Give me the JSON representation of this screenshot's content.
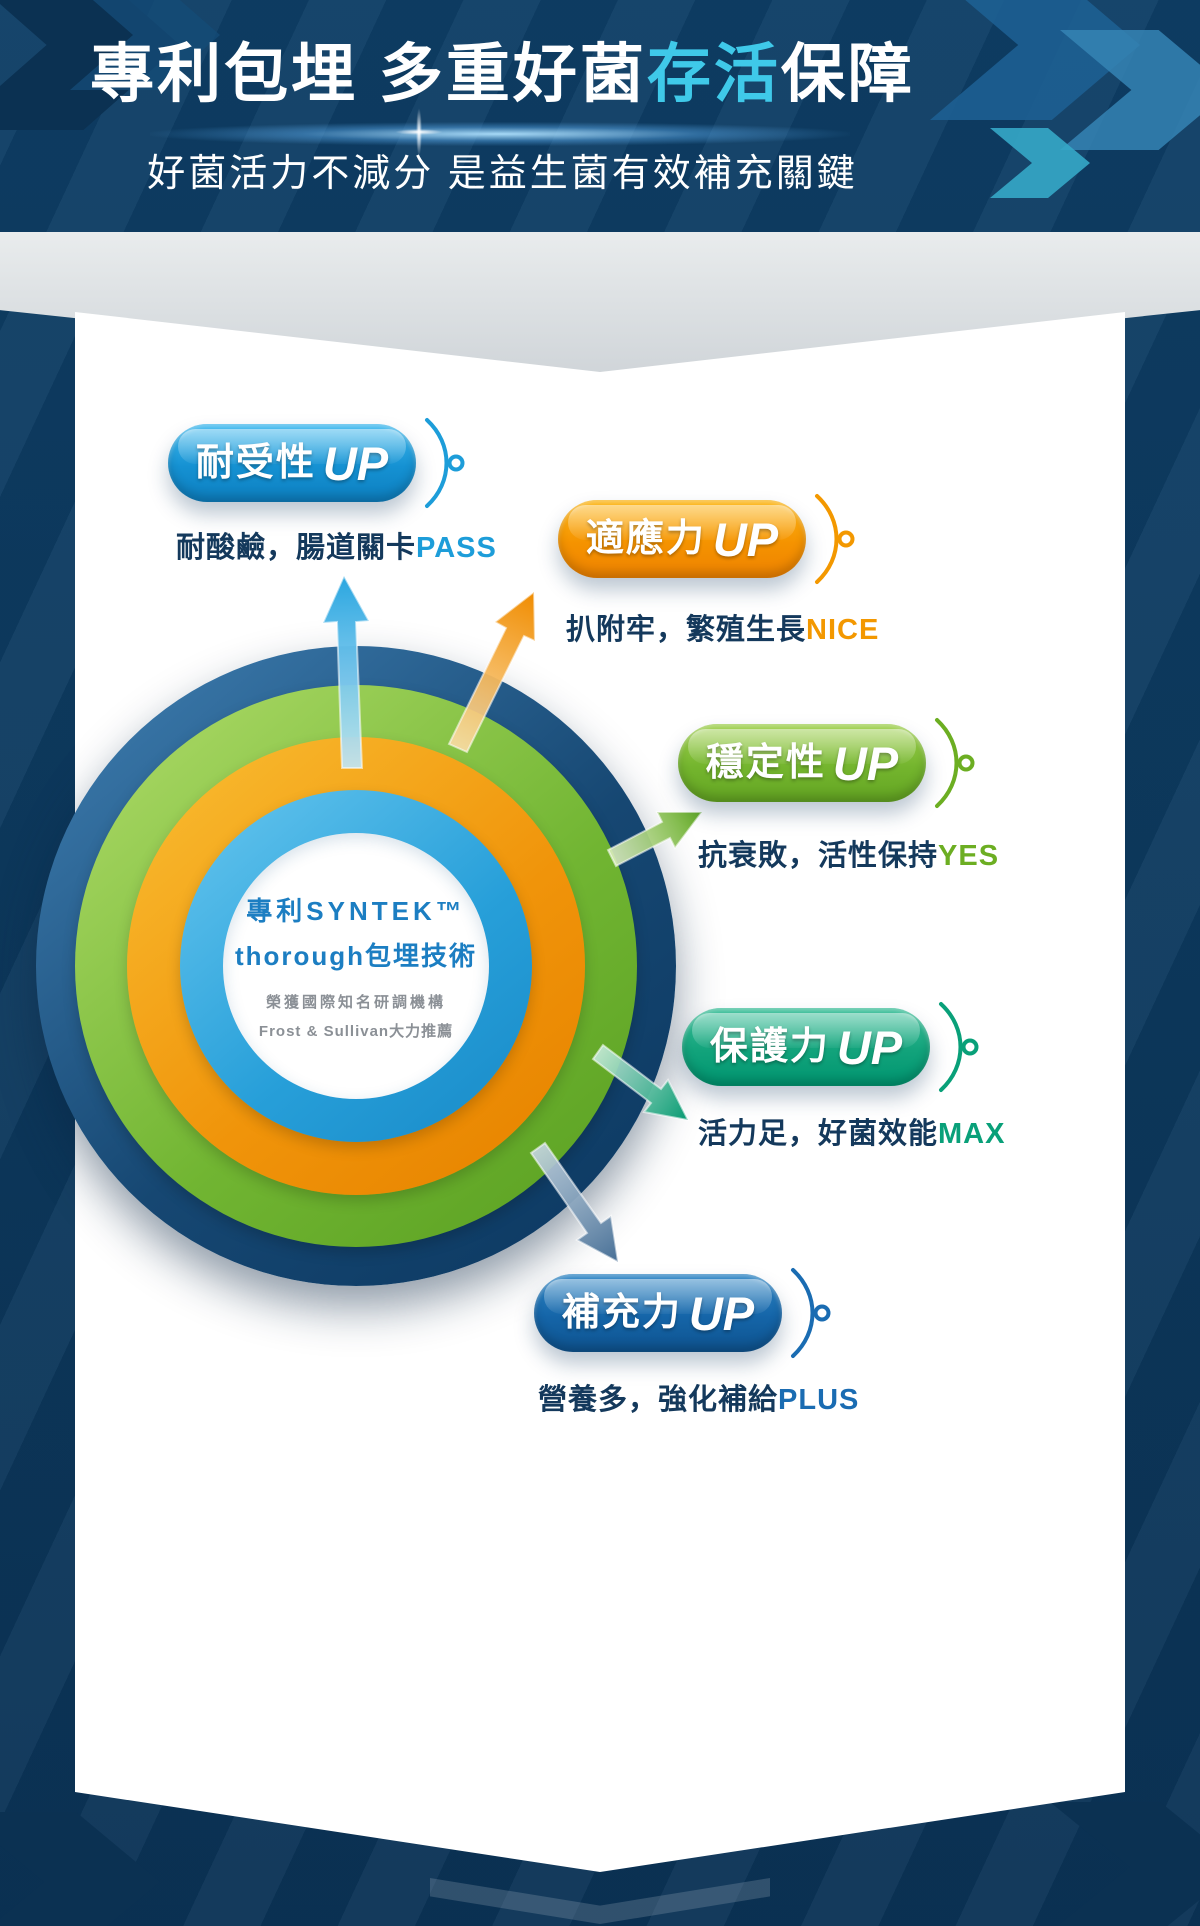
{
  "header": {
    "title_pre": "專利包埋 多重好菌",
    "title_highlight": "存活",
    "title_post": "保障",
    "subtitle": "好菌活力不減分 是益生菌有效補充關鍵"
  },
  "core": {
    "line1": "專利SYNTEK™",
    "line2": "thorough包埋技術",
    "line3": "榮獲國際知名研調機構",
    "line4": "Frost & Sullivan大力推薦"
  },
  "benefits": [
    {
      "id": "tolerance",
      "label": "耐受性",
      "suffix": "UP",
      "caption": "耐酸鹼，腸道關卡",
      "caption_highlight": "PASS",
      "color": "#1d9dd9"
    },
    {
      "id": "adaptability",
      "label": "適應力",
      "suffix": "UP",
      "caption": "扒附牢，繁殖生長",
      "caption_highlight": "NICE",
      "color": "#f39800"
    },
    {
      "id": "stability",
      "label": "穩定性",
      "suffix": "UP",
      "caption": "抗衰敗，活性保持",
      "caption_highlight": "YES",
      "color": "#6cae22"
    },
    {
      "id": "protection",
      "label": "保護力",
      "suffix": "UP",
      "caption": "活力足，好菌效能",
      "caption_highlight": "MAX",
      "color": "#09a079"
    },
    {
      "id": "replenishment",
      "label": "補充力",
      "suffix": "UP",
      "caption": "營養多，強化補給",
      "caption_highlight": "PLUS",
      "color": "#1a6cb2"
    }
  ],
  "colors": {
    "title_highlight": "#3fc9e9",
    "caption_text": "#14395c",
    "background_navy": "#0d3a5f",
    "ring_navy": "#164772",
    "ring_green": "#71b532",
    "ring_orange": "#f0940a",
    "ring_blue": "#279fd9",
    "core_text": "#1c7ec2"
  }
}
